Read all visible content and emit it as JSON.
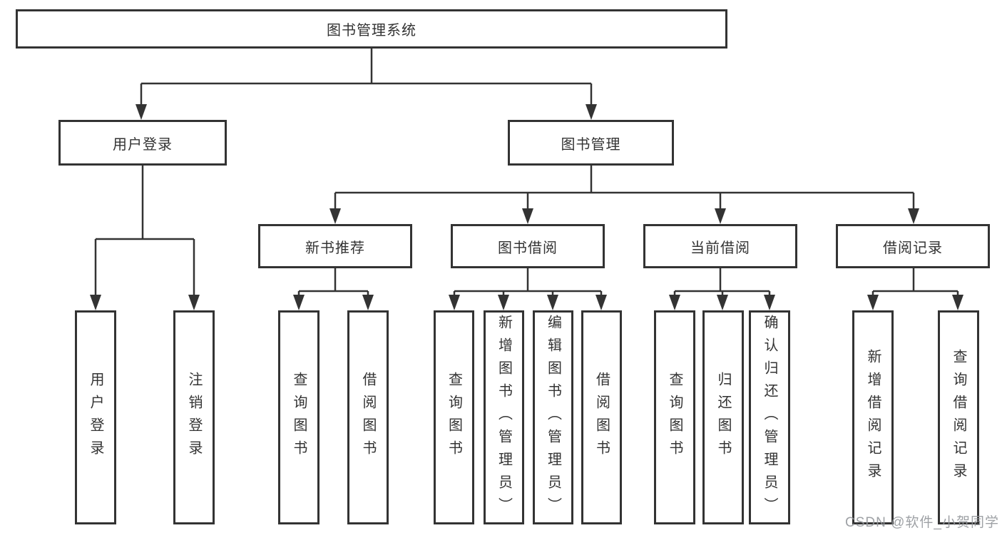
{
  "title": "图书管理系统",
  "branches": {
    "user_login": {
      "label": "用户登录",
      "leaves": [
        "用户登录",
        "注销登录"
      ]
    },
    "book_management": {
      "label": "图书管理",
      "sections": [
        {
          "label": "新书推荐",
          "leaves": [
            "查询图书",
            "借阅图书"
          ]
        },
        {
          "label": "图书借阅",
          "leaves": [
            "查询图书",
            "新增图书（管理员）",
            "编辑图书（管理员）",
            "借阅图书"
          ]
        },
        {
          "label": "当前借阅",
          "leaves": [
            "查询图书",
            "归还图书",
            "确认归还（管理员）"
          ]
        },
        {
          "label": "借阅记录",
          "leaves": [
            "新增借阅记录",
            "查询借阅记录"
          ]
        }
      ]
    }
  },
  "watermark": "CSDN @软件_小贺同学",
  "colors": {
    "line": "#333333",
    "box_border": "#333333",
    "text": "#333333",
    "background": "#ffffff",
    "watermark": "#94979b"
  }
}
